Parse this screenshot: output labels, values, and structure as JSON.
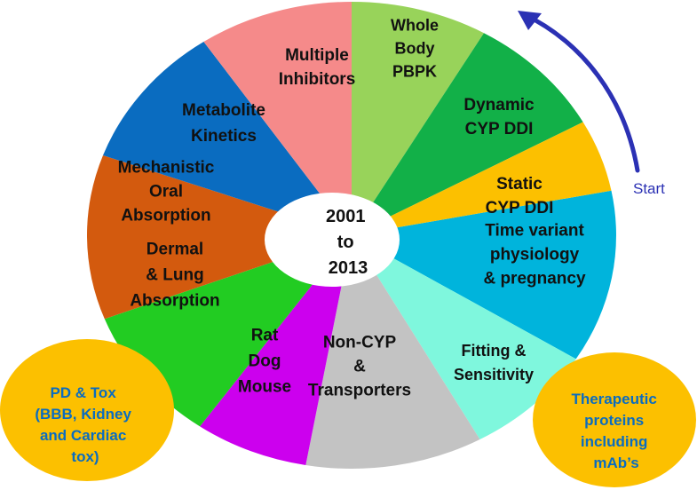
{
  "wheel": {
    "center_lines": [
      "2001",
      "to",
      "2013"
    ],
    "segments": [
      {
        "id": "static-cyp-ddi",
        "lines": [
          "Static",
          "CYP DDI"
        ],
        "color": "#00B4DC"
      },
      {
        "id": "time-variant-physiology",
        "lines": [
          "Time variant",
          "physiology",
          "& pregnancy"
        ],
        "color": "#7FF7DD"
      },
      {
        "id": "fitting-sensitivity",
        "lines": [
          "Fitting &",
          "Sensitivity"
        ],
        "color": "#C3C3C3"
      },
      {
        "id": "non-cyp-transporters",
        "lines": [
          "Non-CYP",
          "&",
          "Transporters"
        ],
        "color": "#CC00EE"
      },
      {
        "id": "rat-dog-mouse",
        "lines": [
          "Rat",
          "Dog",
          "Mouse"
        ],
        "color": "#22CC22"
      },
      {
        "id": "dermal-lung-absorption",
        "lines": [
          "Dermal",
          "& Lung",
          "Absorption"
        ],
        "color": "#D35A0E"
      },
      {
        "id": "mechanistic-oral-absorption",
        "lines": [
          "Mechanistic",
          "Oral",
          "Absorption"
        ],
        "color": "#0A6CC0"
      },
      {
        "id": "metabolite-kinetics",
        "lines": [
          "Metabolite",
          "Kinetics"
        ],
        "color": "#F58A8A"
      },
      {
        "id": "multiple-inhibitors",
        "lines": [
          "Multiple",
          "Inhibitors"
        ],
        "color": "#98D35A"
      },
      {
        "id": "whole-body-pbpk",
        "lines": [
          "Whole",
          "Body",
          "PBPK"
        ],
        "color": "#12B048"
      },
      {
        "id": "dynamic-cyp-ddi",
        "lines": [
          "Dynamic",
          "CYP DDI"
        ],
        "color": "#FCC000"
      }
    ]
  },
  "start_label": "Start",
  "arrow_color": "#2B31B4",
  "bubbles": {
    "left": {
      "lines": [
        "PD  & Tox",
        "(BBB, Kidney",
        "and Cardiac",
        "tox)"
      ],
      "fill": "#FCC000",
      "text_color": "#0A6CC0"
    },
    "right": {
      "lines": [
        "Therapeutic",
        "proteins",
        "including",
        "mAb’s"
      ],
      "fill": "#FCC000",
      "text_color": "#0A6CC0"
    }
  }
}
